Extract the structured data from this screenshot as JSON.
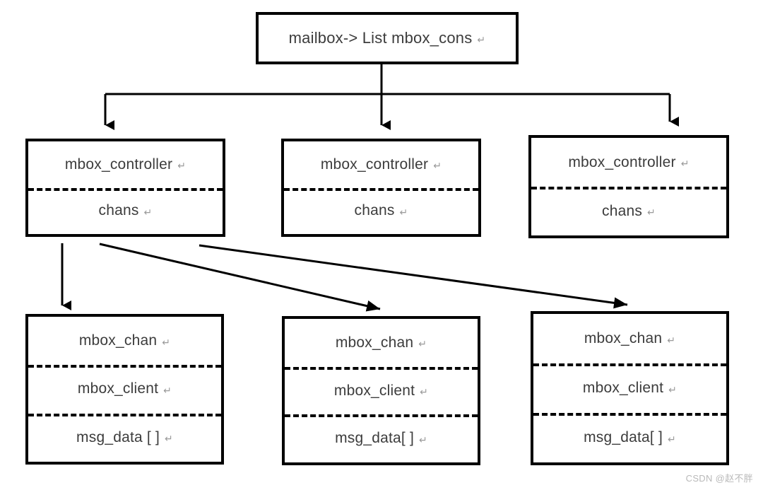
{
  "diagram": {
    "title": "mailbox -> mbox_controller -> mbox_chan structure",
    "line_color": "#000000",
    "text_color": "#3c3c3c",
    "background": "#ffffff",
    "pilcrow": "↵",
    "nodes": {
      "root": {
        "name": "mailbox-root",
        "rows": [
          {
            "label": "mailbox-> List mbox_cons"
          }
        ]
      },
      "controllers": [
        {
          "name": "mbox_controller-0",
          "rows": [
            {
              "label": "mbox_controller"
            },
            {
              "label": "chans"
            }
          ]
        },
        {
          "name": "mbox_controller-1",
          "rows": [
            {
              "label": "mbox_controller"
            },
            {
              "label": "chans"
            }
          ]
        },
        {
          "name": "mbox_controller-2",
          "rows": [
            {
              "label": "mbox_controller"
            },
            {
              "label": "chans"
            }
          ]
        }
      ],
      "channels": [
        {
          "name": "mbox_chan-0",
          "rows": [
            {
              "label": "mbox_chan"
            },
            {
              "label": "mbox_client"
            },
            {
              "label": "msg_data [ ]"
            }
          ]
        },
        {
          "name": "mbox_chan-1",
          "rows": [
            {
              "label": "mbox_chan"
            },
            {
              "label": "mbox_client"
            },
            {
              "label": "msg_data[ ]"
            }
          ]
        },
        {
          "name": "mbox_chan-2",
          "rows": [
            {
              "label": "mbox_chan"
            },
            {
              "label": "mbox_client"
            },
            {
              "label": "msg_data[ ]"
            }
          ]
        }
      ]
    },
    "edges": [
      {
        "name": "root-to-controller-0",
        "from": "mailbox-root",
        "to": "mbox_controller-0",
        "style": "orthogonal"
      },
      {
        "name": "root-to-controller-1",
        "from": "mailbox-root",
        "to": "mbox_controller-1",
        "style": "orthogonal"
      },
      {
        "name": "root-to-controller-2",
        "from": "mailbox-root",
        "to": "mbox_controller-2",
        "style": "orthogonal"
      },
      {
        "name": "controller-0-to-chan-0",
        "from": "mbox_controller-0",
        "to": "mbox_chan-0",
        "style": "straight-vertical"
      },
      {
        "name": "controller-0-to-chan-1",
        "from": "mbox_controller-0",
        "to": "mbox_chan-1",
        "style": "diagonal"
      },
      {
        "name": "controller-0-to-chan-2",
        "from": "mbox_controller-0",
        "to": "mbox_chan-2",
        "style": "diagonal"
      }
    ]
  },
  "watermark": {
    "text": "CSDN @赵不胖"
  }
}
